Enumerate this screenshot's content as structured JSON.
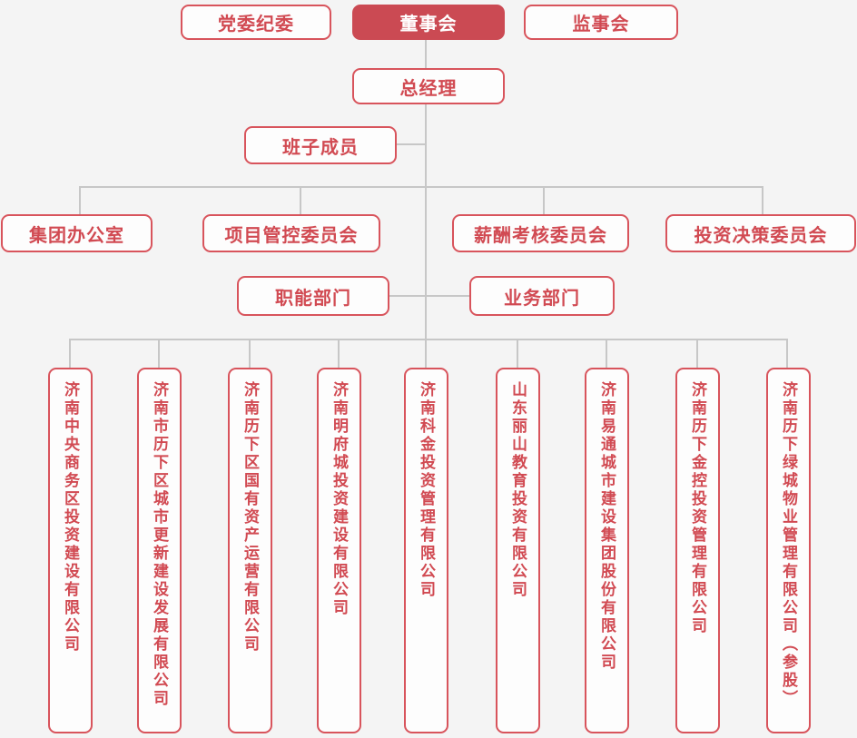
{
  "colors": {
    "background": "#f4f4f4",
    "node_fill": "#fdfdfd",
    "accent_red": "#d14a52",
    "border_red": "#d8545c",
    "filled_node_bg": "#cb4a53",
    "filled_node_text": "#ffffff",
    "connector_gray": "#c7c7c7"
  },
  "nodes": {
    "party_committee": "党委纪委",
    "board_of_directors": "董事会",
    "supervisory_board": "监事会",
    "general_manager": "总经理",
    "leadership_team": "班子成员",
    "group_office": "集团办公室",
    "project_control_committee": "项目管控委员会",
    "compensation_assessment_committee": "薪酬考核委员会",
    "investment_decision_committee": "投资决策委员会",
    "functional_departments": "职能部门",
    "business_departments": "业务部门"
  },
  "subsidiaries": [
    "济南中央商务区投资建设有限公司",
    "济南市历下区城市更新建设发展有限公司",
    "济南历下区国有资产运营有限公司",
    "济南明府城投资建设有限公司",
    "济南科金投资管理有限公司",
    "山东丽山教育投资有限公司",
    "济南易通城市建设集团股份有限公司",
    "济南历下金控投资管理有限公司",
    "济南历下绿城物业管理有限公司（参股）"
  ]
}
